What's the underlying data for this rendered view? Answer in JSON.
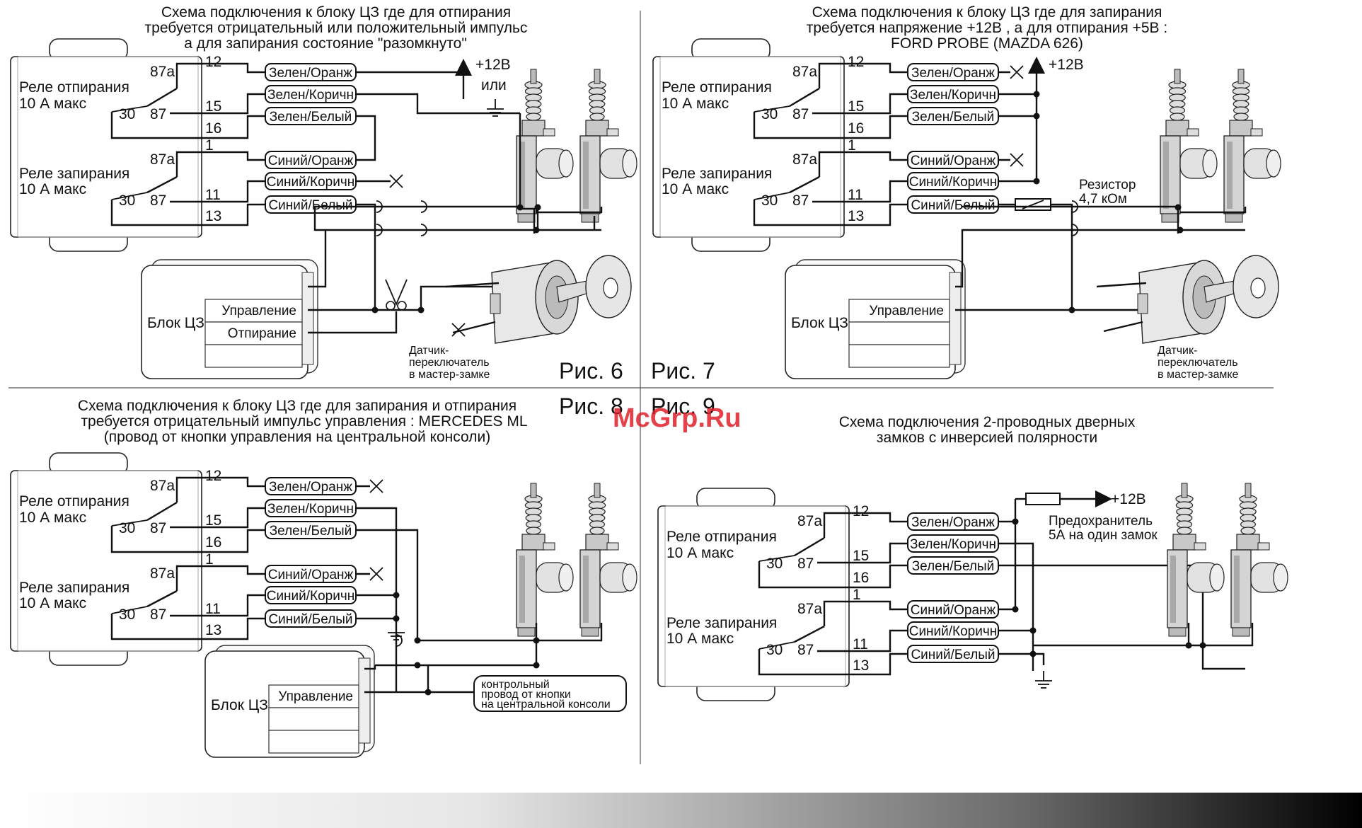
{
  "panels": [
    {
      "id": "fig6",
      "title": [
        "Схема подключения к блоку ЦЗ где для отпирания",
        "требуется отрицательный или положительный импульс",
        "а для запирания состояние \"разомкнуто\""
      ],
      "fig_label": "Рис. 6",
      "relay_top": "Реле отпирания",
      "relay_top_rating": "10 А макс",
      "relay_bottom": "Реле запирания",
      "relay_bottom_rating": "10 А макс",
      "wires": [
        "Зелен/Оранж",
        "Зелен/Коричн",
        "Зелен/Белый",
        "Синий/Оранж",
        "Синий/Коричн",
        "Синий/Белый"
      ],
      "block_label": "Блок ЦЗ",
      "block_rows": [
        "Управление",
        "Отпирание"
      ],
      "power": "+12В",
      "or": "или",
      "sensor": [
        "Датчик-",
        "переключатель",
        "в мастер-замке"
      ]
    },
    {
      "id": "fig7",
      "title": [
        "Схема подключения к блоку ЦЗ где для запирания",
        "требуется напряжение +12В , а для отпирания +5В :",
        "FORD PROBE (MAZDA 626)"
      ],
      "fig_label": "Рис. 7",
      "relay_top": "Реле отпирания",
      "relay_top_rating": "10 А макс",
      "relay_bottom": "Реле запирания",
      "relay_bottom_rating": "10 А макс",
      "wires": [
        "Зелен/Оранж",
        "Зелен/Коричн",
        "Зелен/Белый",
        "Синий/Оранж",
        "Синий/Коричн",
        "Синий/Белый"
      ],
      "block_label": "Блок ЦЗ",
      "block_rows": [
        "Управление"
      ],
      "power": "+12В",
      "resistor": [
        "Резистор",
        "4,7 кОм"
      ],
      "sensor": [
        "Датчик-",
        "переключатель",
        "в мастер-замке"
      ]
    },
    {
      "id": "fig8",
      "title": [
        "Схема подключения к блоку ЦЗ где для запирания и отпирания",
        "требуется отрицательный импульс управления : MERCEDES ML",
        "(провод от кнопки управления на центральной консоли)"
      ],
      "fig_label": "Рис. 8",
      "relay_top": "Реле отпирания",
      "relay_top_rating": "10 А макс",
      "relay_bottom": "Реле запирания",
      "relay_bottom_rating": "10 А макс",
      "wires": [
        "Зелен/Оранж",
        "Зелен/Коричн",
        "Зелен/Белый",
        "Синий/Оранж",
        "Синий/Коричн",
        "Синий/Белый"
      ],
      "block_label": "Блок ЦЗ",
      "block_rows": [
        "Управление"
      ],
      "callout": [
        "контрольный",
        "провод от кнопки",
        "на центральной консоли"
      ]
    },
    {
      "id": "fig9",
      "title": [
        "Схема подключения 2-проводных дверных",
        "замков с инверсией полярности"
      ],
      "fig_label": "Рис. 9",
      "relay_top": "Реле отпирания",
      "relay_top_rating": "10 А макс",
      "relay_bottom": "Реле запирания",
      "relay_bottom_rating": "10 А макс",
      "wires": [
        "Зелен/Оранж",
        "Зелен/Коричн",
        "Зелен/Белый",
        "Синий/Оранж",
        "Синий/Коричн",
        "Синий/Белый"
      ],
      "power": "+12В",
      "fuse": [
        "Предохранитель",
        "5А на один замок"
      ]
    }
  ],
  "pins": [
    "87a",
    "12",
    "30",
    "87",
    "15",
    "16",
    "1",
    "11",
    "13"
  ],
  "watermark": "McGrp.Ru"
}
